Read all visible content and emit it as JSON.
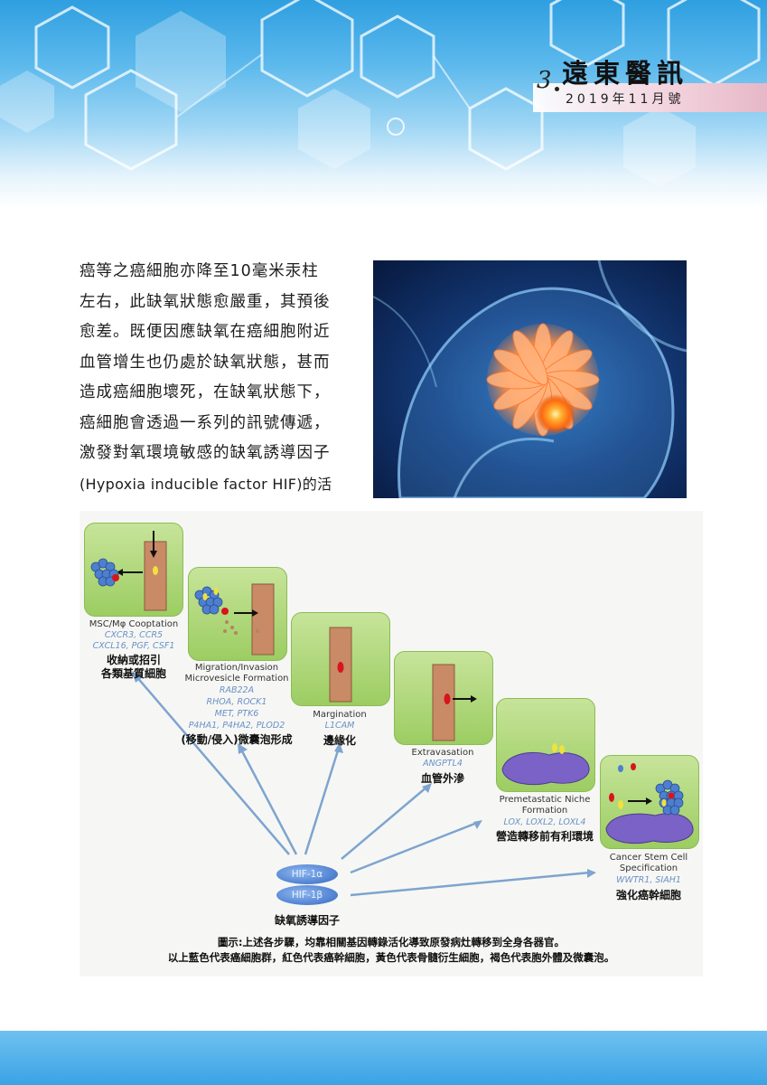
{
  "masthead": {
    "page_number": "3",
    "journal_title": "遠東醫訊",
    "issue_date": "2019年11月號"
  },
  "article": {
    "lines": [
      "癌等之癌細胞亦降至10毫米汞柱",
      "左右，此缺氧狀態愈嚴重，其預後",
      "愈差。既便因應缺氧在癌細胞附近",
      "血管增生也仍處於缺氧狀態，甚而",
      "造成癌細胞壞死，在缺氧狀態下，",
      "癌細胞會透過一系列的訊號傳遞，",
      "激發對氧環境敏感的缺氧誘導因子",
      "(Hypoxia inducible factor HIF)的活"
    ]
  },
  "figure": {
    "steps": [
      {
        "caption": "MSC/Mφ Cooptation",
        "genes": [
          "CXCR3, CCR5",
          "CXCL16, PGF, CSF1"
        ],
        "zh": [
          "收納或招引",
          "各類基質細胞"
        ]
      },
      {
        "caption": "Migration/Invasion",
        "caption2": "Microvesicle Formation",
        "genes": [
          "RAB22A",
          "RHOA, ROCK1",
          "MET, PTK6",
          "P4HA1, P4HA2, PLOD2"
        ],
        "zh": [
          "(移動/侵入)微囊泡形成"
        ]
      },
      {
        "caption": "Margination",
        "genes": [
          "L1CAM"
        ],
        "zh": [
          "邊緣化"
        ]
      },
      {
        "caption": "Extravasation",
        "genes": [
          "ANGPTL4"
        ],
        "zh": [
          "血管外滲"
        ]
      },
      {
        "caption": "Premetastatic Niche",
        "caption2": "Formation",
        "genes": [
          "LOX, LOXL2, LOXL4"
        ],
        "zh": [
          "營造轉移前有利環境"
        ]
      },
      {
        "caption": "Cancer Stem Cell",
        "caption2": "Specification",
        "genes": [
          "WWTR1, SIAH1"
        ],
        "zh": [
          "強化癌幹細胞"
        ]
      }
    ],
    "hif": {
      "alpha": "HIF-1α",
      "beta": "HIF-1β",
      "zh": "缺氧誘導因子"
    },
    "caption_lines": [
      "圖示:上述各步驟，均靠相關基因轉錄活化導致原發病灶轉移到全身各器官。",
      "以上藍色代表癌細胞群，紅色代表癌幹細胞，黃色代表骨髓衍生細胞，褐色代表胞外體及微囊泡。"
    ]
  },
  "colors": {
    "header_blue": "#2f9fe0",
    "panel_green": "#9ccd62",
    "vessel_brown": "#c98a66",
    "cancer_blue": "#4d7fd0",
    "stem_red": "#d8141c",
    "marrow_yellow": "#f0e23c",
    "niche_purple": "#7b62c6"
  }
}
